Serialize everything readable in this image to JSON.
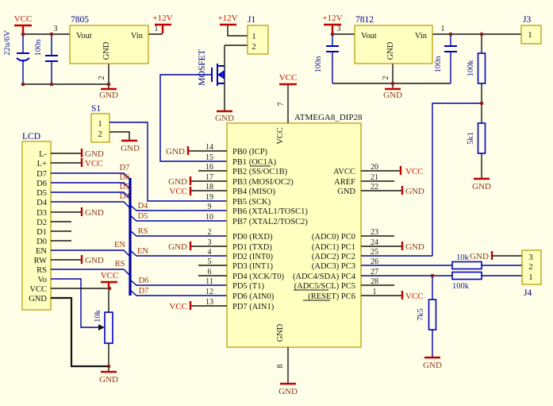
{
  "sym": {
    "vcc": "VCC",
    "gnd": "GND",
    "p12": "+12V"
  },
  "reg5": {
    "title": "7805",
    "vout": "Vout",
    "vin": "Vin",
    "gnd": "GND",
    "pin_l": "3",
    "pin_r": "1",
    "pin_b": "2",
    "cap_bulk": "22u/6V",
    "cap_in": "100n"
  },
  "reg12": {
    "title": "7812",
    "vout": "Vout",
    "vin": "Vin",
    "gnd": "GND",
    "pin_l": "3",
    "pin_r": "1",
    "pin_b": "2",
    "cap_l": "100n",
    "cap_r": "100n"
  },
  "divider": {
    "r_top": "100k",
    "r_bot": "5k1"
  },
  "j3": {
    "title": "J3",
    "pin1": "1"
  },
  "j1": {
    "title": "J1",
    "pin1": "1",
    "pin2": "2"
  },
  "mosfet": {
    "label": "MOSFET"
  },
  "s1": {
    "title": "S1",
    "pin1": "1",
    "pin2": "2"
  },
  "j4": {
    "title": "J4",
    "pin3": "3",
    "pin2": "2",
    "pin1": "1",
    "r_to_pin2": "10k",
    "r_to_pin1": "100k",
    "r_pull": "7k5"
  },
  "lcd": {
    "title": "LCD",
    "pot": "10k",
    "pins": [
      "L-",
      "L+",
      "D7",
      "D6",
      "D5",
      "D4",
      "D3",
      "D2",
      "D1",
      "D0",
      "EN",
      "RW",
      "RS",
      "Vo",
      "VCC",
      "GND"
    ]
  },
  "bus": {
    "in": [
      "D7",
      "D6",
      "D5",
      "D4",
      "EN",
      "RS"
    ],
    "out": [
      "D4",
      "D5",
      "RS",
      "EN",
      "D6",
      "D7"
    ]
  },
  "mcu": {
    "title": "ATMEGA8_DIP28",
    "vcc_inner": "VCC",
    "gnd_inner": "GND",
    "pin7": "7",
    "pin8": "8",
    "left": [
      {
        "num": "14",
        "name": "PB0 (ICP)"
      },
      {
        "num": "15",
        "name": "PB1 (OC1A)"
      },
      {
        "num": "16",
        "name": "PB2 (SS/OC1B)"
      },
      {
        "num": "17",
        "name": "PB3 (MOSI/OC2)"
      },
      {
        "num": "18",
        "name": "PB4 (MISO)"
      },
      {
        "num": "19",
        "name": "PB5 (SCK)"
      },
      {
        "num": "9",
        "name": "PB6 (XTAL1/TOSC1)"
      },
      {
        "num": "10",
        "name": "PB7 (XTAL2/TOSC2)"
      },
      {
        "num": "2",
        "name": "PD0 (RXD)"
      },
      {
        "num": "3",
        "name": "PD1 (TXD)"
      },
      {
        "num": "4",
        "name": "PD2 (INT0)"
      },
      {
        "num": "5",
        "name": "PD3 (INT1)"
      },
      {
        "num": "6",
        "name": "PD4 (XCK/T0)"
      },
      {
        "num": "11",
        "name": "PD5 (T1)"
      },
      {
        "num": "12",
        "name": "PD6 (AIN0)"
      },
      {
        "num": "13",
        "name": "PD7 (AIN1)"
      }
    ],
    "right": [
      {
        "num": "20",
        "name": "AVCC"
      },
      {
        "num": "21",
        "name": "AREF"
      },
      {
        "num": "22",
        "name": "GND"
      },
      {
        "num": "23",
        "name": "(ADC0) PC0"
      },
      {
        "num": "24",
        "name": "(ADC1) PC1"
      },
      {
        "num": "25",
        "name": "(ADC2) PC2"
      },
      {
        "num": "26",
        "name": "(ADC3) PC3"
      },
      {
        "num": "27",
        "name": "(ADC4/SDA) PC4"
      },
      {
        "num": "28",
        "name": "(ADC5/SCL) PC5"
      },
      {
        "num": "1",
        "name": "(RESET) PC6"
      }
    ]
  }
}
